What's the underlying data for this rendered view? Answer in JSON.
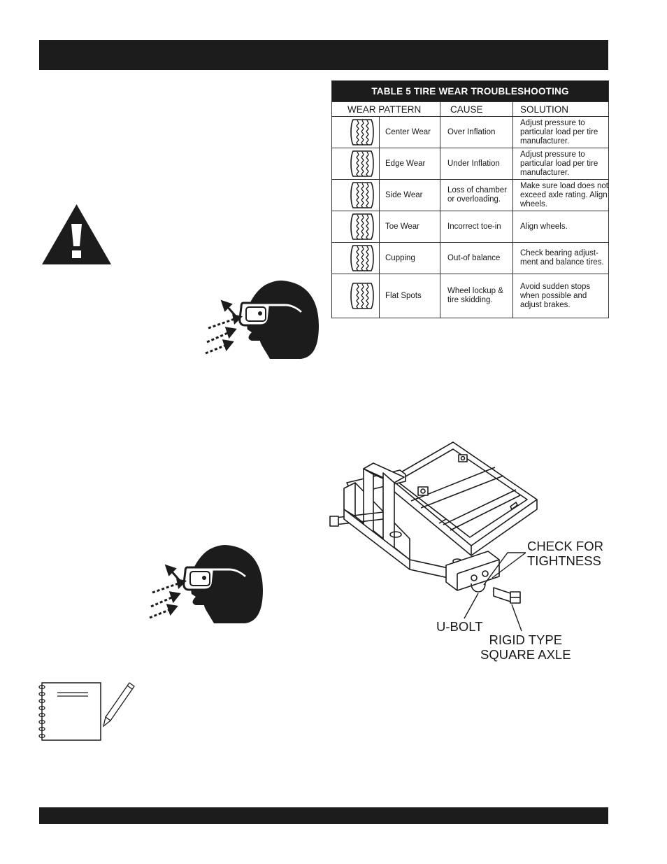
{
  "table": {
    "title": "TABLE 5 TIRE WEAR TROUBLESHOOTING",
    "headers": [
      "WEAR PATTERN",
      "CAUSE",
      "SOLUTION"
    ],
    "rows": [
      {
        "pattern": "Center Wear",
        "cause": "Over Inflation",
        "solution": "Adjust pressure to particular load per tire manufacturer."
      },
      {
        "pattern": "Edge Wear",
        "cause": "Under Inflation",
        "solution": "Adjust pressure to particular load per tire manufacturer."
      },
      {
        "pattern": "Side Wear",
        "cause": "Loss of chamber or overloading.",
        "solution": "Make sure load does not exceed axle rating. Align wheels."
      },
      {
        "pattern": "Toe Wear",
        "cause": "Incorrect toe-in",
        "solution": "Align wheels."
      },
      {
        "pattern": "Cupping",
        "cause": "Out-of balance",
        "solution": "Check bearing adjust-ment and balance tires."
      },
      {
        "pattern": "Flat Spots",
        "cause": "Wheel lockup & tire skidding.",
        "solution": "Avoid sudden stops when possible and adjust brakes."
      }
    ]
  },
  "figure": {
    "callouts": {
      "check_line1": "CHECK FOR",
      "check_line2": "TIGHTNESS",
      "ubolt": "U-BOLT",
      "rigid_line1": "RIGID TYPE",
      "rigid_line2": "SQUARE AXLE"
    }
  },
  "icons": [
    "warning-triangle-icon",
    "safety-goggles-icon",
    "notebook-pencil-icon",
    "tire-tread-icon"
  ],
  "colors": {
    "bar": "#1c1c1c",
    "ink": "#1a1a1a",
    "paper": "#ffffff"
  }
}
